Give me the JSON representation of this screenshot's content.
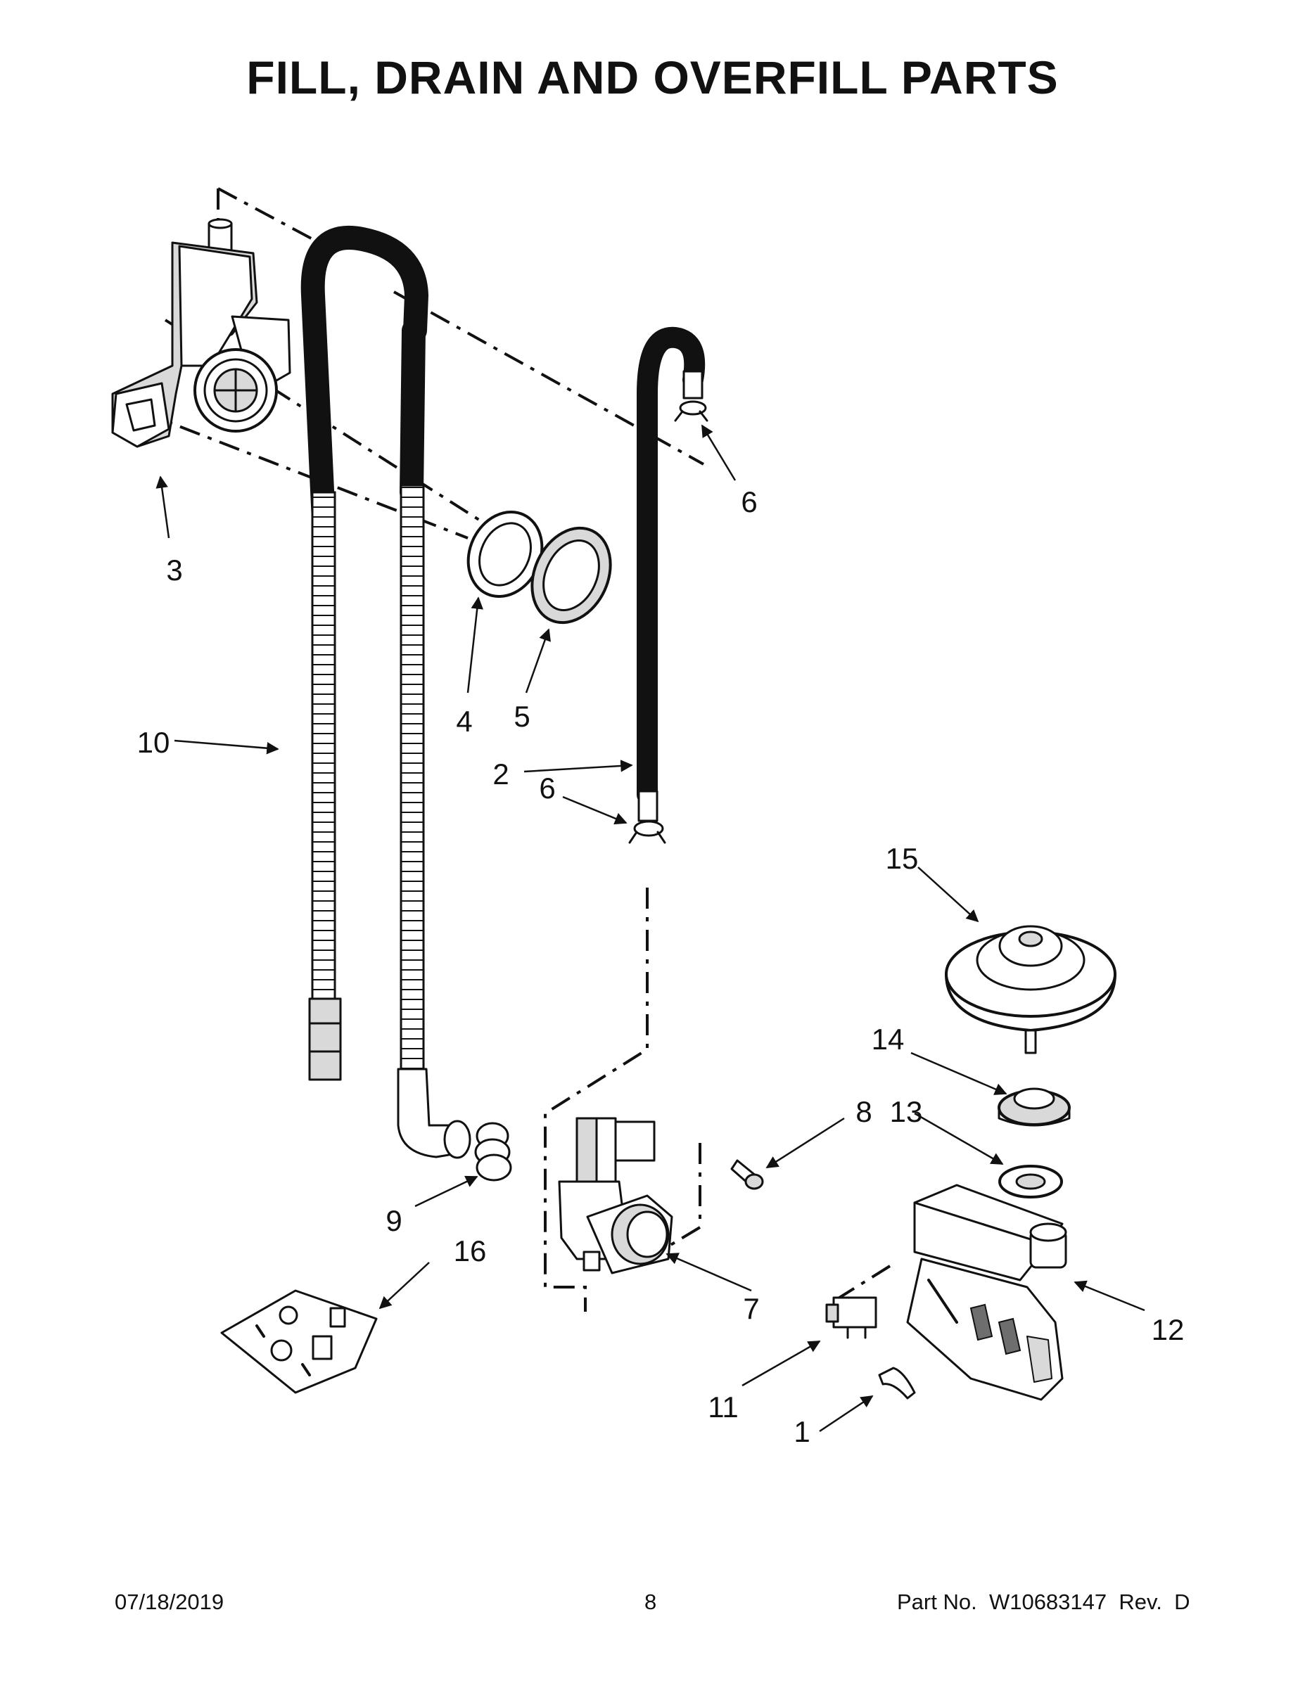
{
  "page": {
    "title": "FILL, DRAIN AND OVERFILL PARTS",
    "date": "07/18/2019",
    "page_number": "8",
    "part_no_label": "Part No.",
    "part_no": "W10683147",
    "rev_label": "Rev.",
    "rev": "D"
  },
  "callouts": {
    "c1": "1",
    "c2": "2",
    "c3": "3",
    "c4": "4",
    "c5": "5",
    "c6a": "6",
    "c6b": "6",
    "c7": "7",
    "c8": "8",
    "c9": "9",
    "c10": "10",
    "c11": "11",
    "c12": "12",
    "c13": "13",
    "c14": "14",
    "c15": "15",
    "c16": "16"
  }
}
